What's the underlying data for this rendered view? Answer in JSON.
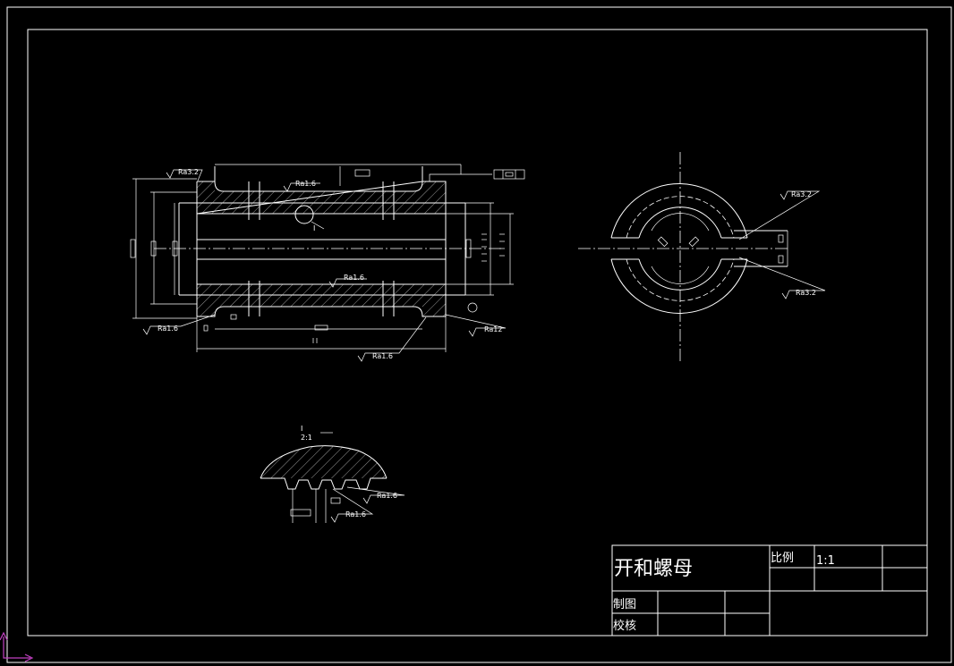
{
  "title_block": {
    "part_name": "开和螺母",
    "scale_label": "比例",
    "scale_value": "1:1",
    "drawn_label": "制图",
    "checked_label": "校核"
  },
  "roughness": {
    "front_top_left": "Ra3.2",
    "front_top_mid": "Ra1.6",
    "front_inner": "Ra1.6",
    "front_bottom_left": "Ra1.6",
    "front_bottom_mid": "Ra1.6",
    "front_bottom_right": "Ra12",
    "side_top": "Ra3.2",
    "side_bottom": "Ra3.2",
    "detail_a": "Ra1.6",
    "detail_b": "Ra1.6"
  },
  "detail_view": {
    "mark": "I",
    "scale": "2:1"
  },
  "section_mark": "I",
  "colors": {
    "background": "#000000",
    "lines": "#ffffff",
    "ucs_icon": "#c040c0"
  }
}
